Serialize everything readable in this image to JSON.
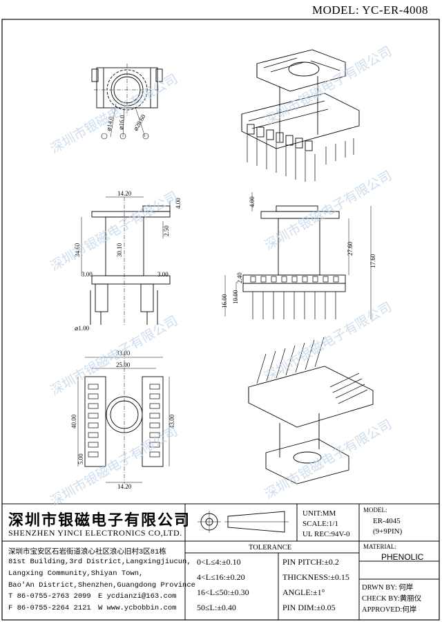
{
  "model_title": "MODEL: YC-ER-4008",
  "watermark": "深圳市银磁电子有限公司",
  "dimensions": {
    "top": [
      "⌀14.0",
      "⌀16.0",
      "⌀28.60"
    ],
    "side": [
      "14.20",
      "4.00",
      "2.50",
      "34.60",
      "30.10",
      "3.00",
      "3.00",
      "⌀1.00"
    ],
    "front": [
      "4.00",
      "27.60",
      "17.60",
      "2.40",
      "10.00",
      "16.00"
    ],
    "bottom": [
      "33.00",
      "25.00",
      "40.00",
      "43.00",
      "5.00",
      "14.20"
    ]
  },
  "title_block": {
    "company_cn": "深圳市银磁电子有限公司",
    "company_en": "SHENZHEN YINCI ELECTRONICS CO,LTD.",
    "address_lines": [
      "深圳市宝安区石岩街道浪心社区浪心旧村3区81栋",
      "81st Building,3rd District,Langxingjiucun,",
      "Langxing Community,Shiyan Town,",
      "Bao'An District,Shenzhen,Guangdong Province"
    ],
    "tel": "T 86-0755-2763 2099",
    "email": "E ycdianzi@163.com",
    "fax": "F 86-0755-2264 2121",
    "web": "W www.ycbobbin.com",
    "unit": "UNIT:MM",
    "scale": "SCALE:1/1",
    "ul": "UL REC:94V-0",
    "tolerance_title": "TOLERANCE",
    "tolerance_left": [
      "0<L≤4:±0.10",
      "4<L≤16:±0.20",
      "16<L≤50:±0.30",
      "50≤L:±0.40"
    ],
    "tolerance_right": [
      "PIN PITCH:±0.2",
      "THICKNESS:±0.15",
      "ANGLE:±1°",
      "PIN DIM:±0.05"
    ],
    "model_label": "MODEL:",
    "model_value": "ER-4045",
    "model_pins": "(9+9PIN)",
    "material_label": "MATERIAL:",
    "material_value": "PHENOLIC",
    "drawn_by": "DRWN BY: 何岸",
    "checked_by": "CHECK BY:黄丽仪",
    "approved": "APPROVED:何岸"
  }
}
